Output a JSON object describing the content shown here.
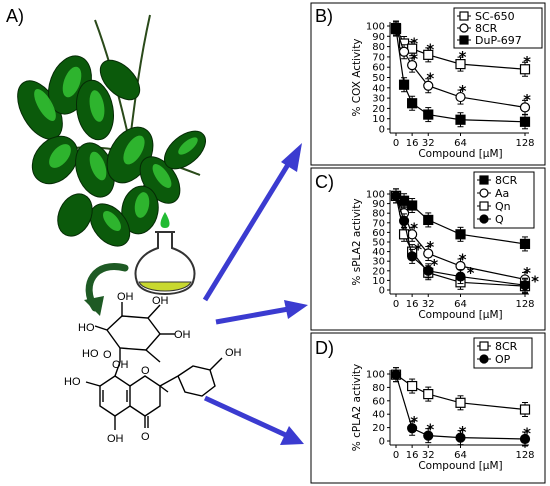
{
  "panel_labels": {
    "a": "A)",
    "b": "B)",
    "c": "C)",
    "d": "D)"
  },
  "structure_atoms": {
    "oh": "OH",
    "ho": "HO",
    "o": "O"
  },
  "colors": {
    "arrow": "#3b3bd0",
    "leaf_dark": "#0a4a0a",
    "leaf_light": "#32c232",
    "flask_fill": "#c8d830",
    "drop": "#22bb33"
  },
  "chart_data": [
    {
      "type": "line",
      "panel": "B)",
      "ylabel": "% COX Activity",
      "xlabel": "Compound [μM]",
      "x_ticks": [
        0,
        16,
        32,
        64,
        128
      ],
      "y_ticks": [
        0,
        10,
        20,
        30,
        40,
        50,
        60,
        70,
        80,
        90,
        100
      ],
      "xlim": [
        0,
        128
      ],
      "ylim": [
        0,
        100
      ],
      "legend_position": "top-right",
      "series": [
        {
          "name": "SC-650",
          "marker": "square-open",
          "x": [
            0,
            8,
            16,
            32,
            64,
            128
          ],
          "y": [
            98,
            83,
            78,
            72,
            63,
            58
          ]
        },
        {
          "name": "8CR",
          "marker": "circle-open",
          "x": [
            0,
            8,
            16,
            32,
            64,
            128
          ],
          "y": [
            98,
            75,
            62,
            42,
            31,
            21
          ]
        },
        {
          "name": "DuP-697",
          "marker": "square-filled",
          "x": [
            0,
            8,
            16,
            32,
            64,
            128
          ],
          "y": [
            97,
            43,
            25,
            14,
            9,
            7
          ]
        }
      ],
      "annotations": [
        {
          "text": "*",
          "x": 16,
          "y": 84
        },
        {
          "text": "*",
          "x": 32,
          "y": 78
        },
        {
          "text": "*",
          "x": 64,
          "y": 71
        },
        {
          "text": "*",
          "x": 128,
          "y": 66
        },
        {
          "text": "*",
          "x": 16,
          "y": 69
        },
        {
          "text": "*",
          "x": 32,
          "y": 50
        },
        {
          "text": "*",
          "x": 64,
          "y": 38
        },
        {
          "text": "*",
          "x": 128,
          "y": 29
        }
      ]
    },
    {
      "type": "line",
      "panel": "C)",
      "ylabel": "% sPLA2 activity",
      "xlabel": "Compound [μM]",
      "x_ticks": [
        0,
        16,
        32,
        64,
        128
      ],
      "y_ticks": [
        0,
        10,
        20,
        30,
        40,
        50,
        60,
        70,
        80,
        90,
        100
      ],
      "xlim": [
        0,
        128
      ],
      "ylim": [
        0,
        100
      ],
      "legend_position": "top-right",
      "series": [
        {
          "name": "8CR",
          "marker": "square-filled",
          "x": [
            0,
            8,
            16,
            32,
            64,
            128
          ],
          "y": [
            98,
            93,
            88,
            73,
            58,
            48
          ]
        },
        {
          "name": "Aa",
          "marker": "circle-open",
          "x": [
            0,
            8,
            16,
            32,
            64,
            128
          ],
          "y": [
            98,
            80,
            58,
            38,
            25,
            11
          ]
        },
        {
          "name": "Qn",
          "marker": "square-open",
          "x": [
            0,
            8,
            16,
            32,
            64,
            128
          ],
          "y": [
            98,
            58,
            40,
            18,
            8,
            4
          ]
        },
        {
          "name": "Q",
          "marker": "circle-filled",
          "x": [
            0,
            8,
            16,
            32,
            64,
            128
          ],
          "y": [
            98,
            72,
            35,
            20,
            14,
            5
          ]
        }
      ],
      "annotations": [
        {
          "text": "*",
          "x": 16,
          "y": 65
        },
        {
          "text": "*",
          "x": 32,
          "y": 46
        },
        {
          "text": "*",
          "x": 64,
          "y": 33
        },
        {
          "text": "*",
          "x": 128,
          "y": 19
        },
        {
          "text": "*",
          "x": 20,
          "y": 43
        },
        {
          "text": "*",
          "x": 36,
          "y": 27
        },
        {
          "text": "*",
          "x": 72,
          "y": 19
        },
        {
          "text": "*",
          "x": 136,
          "y": 10
        }
      ]
    },
    {
      "type": "line",
      "panel": "D)",
      "ylabel": "% cPLA2 activity",
      "xlabel": "Compound [μM]",
      "x_ticks": [
        0,
        16,
        32,
        64,
        128
      ],
      "y_ticks": [
        0,
        20,
        40,
        60,
        80,
        100
      ],
      "xlim": [
        0,
        128
      ],
      "ylim": [
        0,
        100
      ],
      "legend_position": "top-right",
      "series": [
        {
          "name": "8CR",
          "marker": "square-open",
          "x": [
            0,
            16,
            32,
            64,
            128
          ],
          "y": [
            99,
            82,
            70,
            57,
            47
          ]
        },
        {
          "name": "OP",
          "marker": "circle-filled",
          "x": [
            0,
            16,
            32,
            64,
            128
          ],
          "y": [
            99,
            19,
            8,
            5,
            3
          ]
        }
      ],
      "annotations": [
        {
          "text": "*",
          "x": 16,
          "y": 30
        },
        {
          "text": "*",
          "x": 32,
          "y": 19
        },
        {
          "text": "*",
          "x": 64,
          "y": 15
        },
        {
          "text": "*",
          "x": 128,
          "y": 13
        }
      ]
    }
  ]
}
